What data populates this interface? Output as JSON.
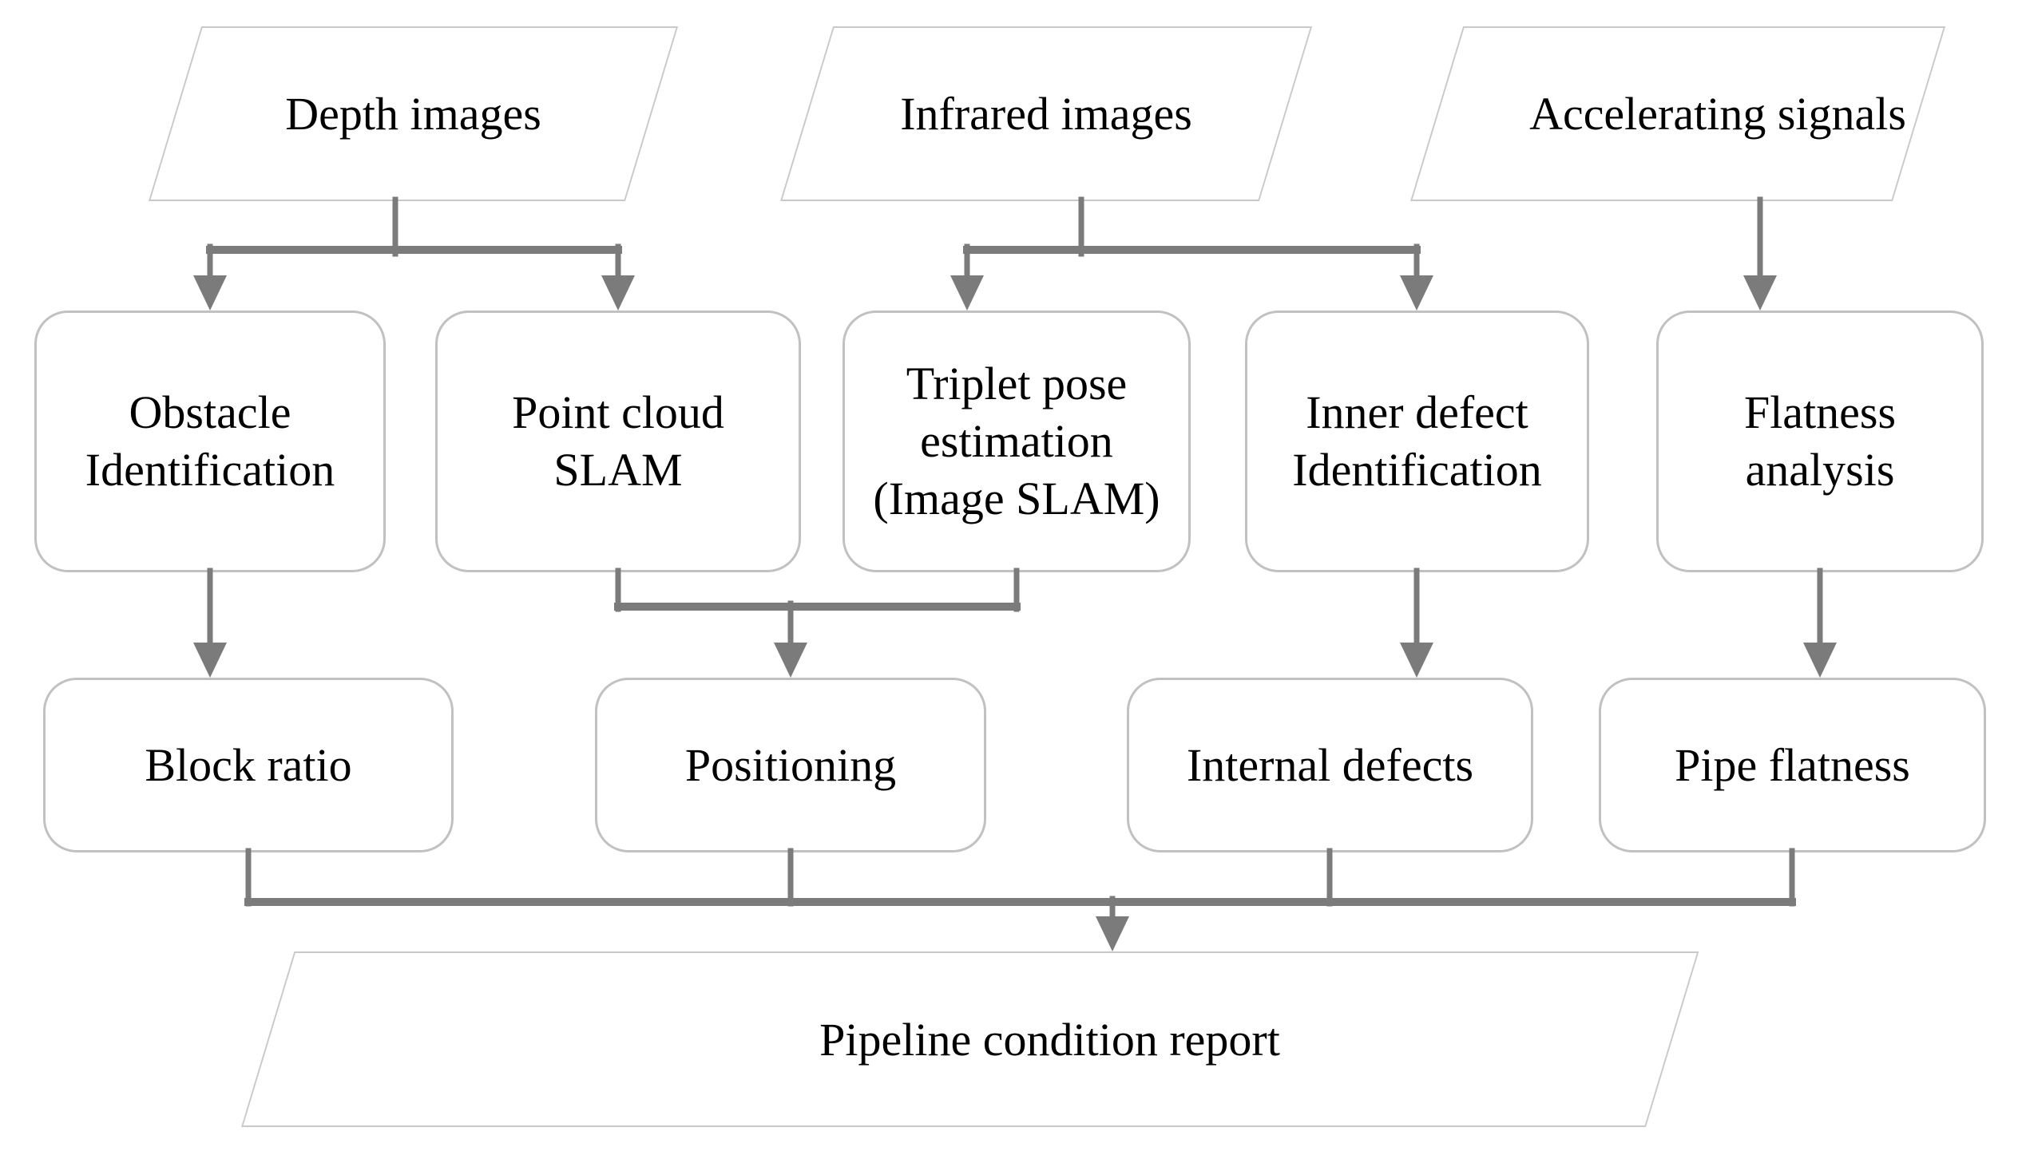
{
  "palette": {
    "connector": "#7b7b7b",
    "box_border": "#c1c1c1",
    "parallelogram_border": "#c9c9c9",
    "text": "#000000",
    "background": "#ffffff"
  },
  "nodes": {
    "depth_images": {
      "label": "Depth images",
      "shape": "parallelogram",
      "role": "input"
    },
    "infrared_images": {
      "label": "Infrared images",
      "shape": "parallelogram",
      "role": "input"
    },
    "accelerating_signals": {
      "label": "Accelerating signals",
      "shape": "parallelogram",
      "role": "input"
    },
    "obstacle_identification": {
      "label": "Obstacle\nIdentification",
      "shape": "rounded-box",
      "role": "process"
    },
    "point_cloud_slam": {
      "label": "Point cloud\nSLAM",
      "shape": "rounded-box",
      "role": "process"
    },
    "triplet_pose_estimation": {
      "label": "Triplet pose\nestimation\n(Image SLAM)",
      "shape": "rounded-box",
      "role": "process"
    },
    "inner_defect_identification": {
      "label": "Inner defect\nIdentification",
      "shape": "rounded-box",
      "role": "process"
    },
    "flatness_analysis": {
      "label": "Flatness\nanalysis",
      "shape": "rounded-box",
      "role": "process"
    },
    "block_ratio": {
      "label": "Block ratio",
      "shape": "rounded-box",
      "role": "result"
    },
    "positioning": {
      "label": "Positioning",
      "shape": "rounded-box",
      "role": "result"
    },
    "internal_defects": {
      "label": "Internal defects",
      "shape": "rounded-box",
      "role": "result"
    },
    "pipe_flatness": {
      "label": "Pipe flatness",
      "shape": "rounded-box",
      "role": "result"
    },
    "pipeline_condition_report": {
      "label": "Pipeline condition report",
      "shape": "parallelogram",
      "role": "output"
    }
  },
  "edges": [
    {
      "from": "depth_images",
      "to": "obstacle_identification"
    },
    {
      "from": "depth_images",
      "to": "point_cloud_slam"
    },
    {
      "from": "infrared_images",
      "to": "triplet_pose_estimation"
    },
    {
      "from": "infrared_images",
      "to": "inner_defect_identification"
    },
    {
      "from": "accelerating_signals",
      "to": "flatness_analysis"
    },
    {
      "from": "obstacle_identification",
      "to": "block_ratio"
    },
    {
      "from": "point_cloud_slam",
      "to": "positioning"
    },
    {
      "from": "triplet_pose_estimation",
      "to": "positioning"
    },
    {
      "from": "inner_defect_identification",
      "to": "internal_defects"
    },
    {
      "from": "flatness_analysis",
      "to": "pipe_flatness"
    },
    {
      "from": "block_ratio",
      "to": "pipeline_condition_report"
    },
    {
      "from": "positioning",
      "to": "pipeline_condition_report"
    },
    {
      "from": "internal_defects",
      "to": "pipeline_condition_report"
    },
    {
      "from": "pipe_flatness",
      "to": "pipeline_condition_report"
    }
  ]
}
